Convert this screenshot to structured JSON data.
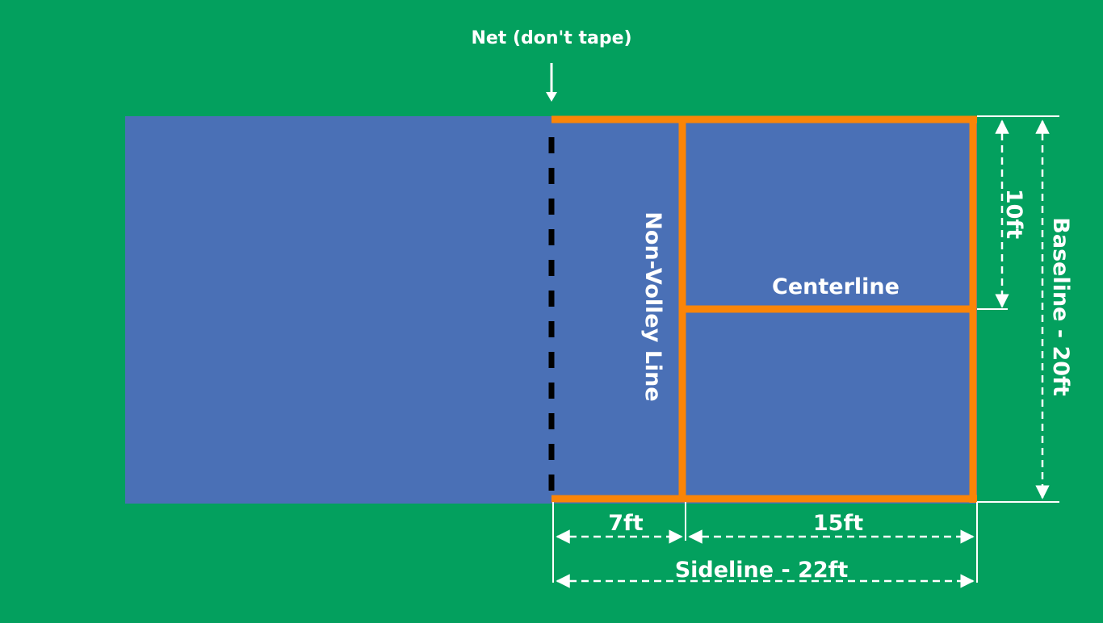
{
  "colors": {
    "background": "#03A05E",
    "court": "#4A70B6",
    "tape": "#FB8507",
    "net": "#000000",
    "annotation": "#FFFFFF"
  },
  "labels": {
    "net": "Net (don't tape)",
    "non_volley_line": "Non-Volley Line",
    "centerline": "Centerline",
    "baseline": "Baseline - 20ft",
    "half_width": "10ft",
    "kitchen_depth": "7ft",
    "service_depth": "15ft",
    "sideline": "Sideline - 22ft"
  },
  "icons": {
    "net_pointer": "down-arrow-icon"
  }
}
